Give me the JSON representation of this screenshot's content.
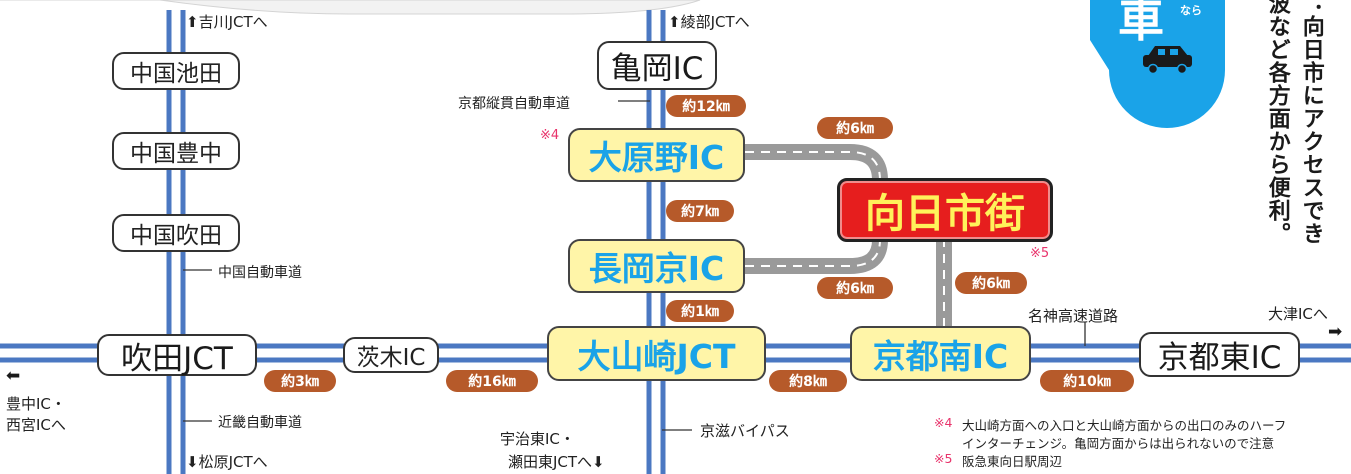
{
  "nodes": {
    "chugoku_ikeda": "中国池田",
    "chugoku_toyonaka": "中国豊中",
    "chugoku_suita": "中国吹田",
    "suita_jct": "吹田JCT",
    "ibaraki_ic": "茨木IC",
    "oyamazaki_jct": "大山崎JCT",
    "kyoto_minami_ic": "京都南IC",
    "kyoto_higashi_ic": "京都東IC",
    "kameoka_ic": "亀岡IC",
    "oharano_ic": "大原野IC",
    "nagaokakyo_ic": "長岡京IC",
    "muko_city": "向日市街"
  },
  "directions": {
    "yokawa": "⬆吉川JCTへ",
    "ayabe": "⬆綾部JCTへ",
    "matsubara": "⬇松原JCTへ",
    "uji_line1": "宇治東IC・",
    "uji_line2": "瀬田東JCTへ⬇",
    "toyonaka_line1": "豊中IC・",
    "toyonaka_line2": "西宮ICへ",
    "otsu": "大津ICへ"
  },
  "arrows": {
    "left": "⬅",
    "right": "➡"
  },
  "road_names": {
    "kyoto_jukan": "京都縦貫自動車道",
    "chugoku_expwy": "中国自動車道",
    "kinki_expwy": "近畿自動車道",
    "keiji_bypass": "京滋バイパス",
    "meishin": "名神高速道路"
  },
  "distances": {
    "kameoka_oharano": "約12㎞",
    "oharano_nagaokakyo": "約7㎞",
    "nagaokakyo_oyamazaki": "約1㎞",
    "oharano_city": "約6㎞",
    "nagaokakyo_city": "約6㎞",
    "city_kyotominami": "約6㎞",
    "suita_ibaraki": "約3㎞",
    "ibaraki_oyamazaki": "約16㎞",
    "oyamazaki_kyotominami": "約8㎞",
    "kyotominami_higashi": "約10㎞"
  },
  "markers": {
    "oharano": "※4",
    "city": "※5"
  },
  "notes": {
    "n4_mark": "※4",
    "n4_line1": "大山崎方面への入口と大山崎方面からの出口のみのハーフ",
    "n4_line2": "インターチェンジ。亀岡方面からは出られないので注意",
    "n5_mark": "※5",
    "n5_text": "阪急東向日駅周辺"
  },
  "badge": {
    "big": "車",
    "small": "なら"
  },
  "side_text": {
    "col1": "：向日市にアクセスでき",
    "col2": "波など各方面から便利。"
  },
  "colors": {
    "road_blue": "#4b78c2",
    "road_gray": "#9a9a9a",
    "highlight_fill": "#fff5a8",
    "highlight_text": "#1aa3e8",
    "city_fill": "#e61e1e",
    "city_text": "#fff25a",
    "distance_fill": "#b65a2a",
    "badge_blue": "#1aa3e8",
    "note_mark": "#e8336b"
  }
}
